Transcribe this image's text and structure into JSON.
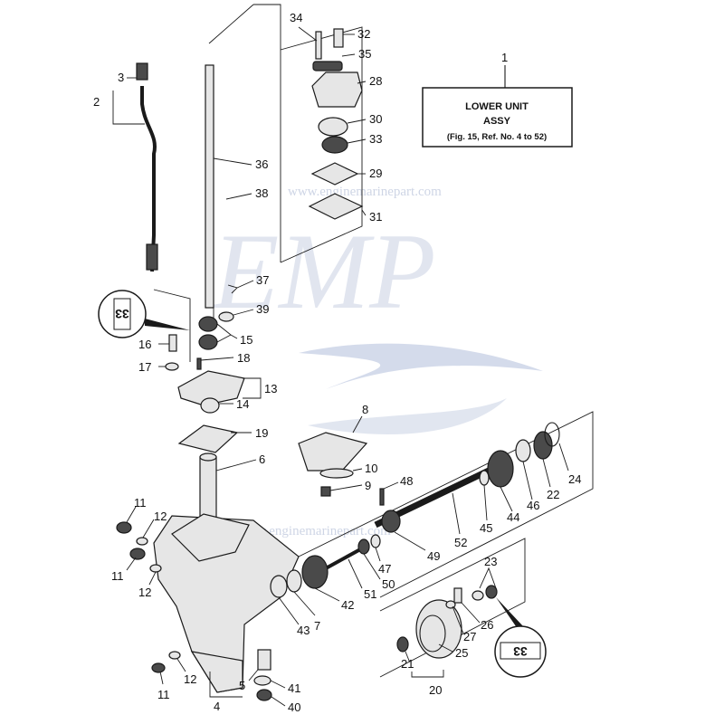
{
  "title_box": {
    "line1": "LOWER UNIT",
    "line2": "ASSY",
    "line3": "(Fig. 15, Ref. No. 4 to 52)"
  },
  "watermark": {
    "logo": "EMP",
    "url": "www.enginemarinepart.com"
  },
  "callouts": [
    {
      "id": "c1",
      "text": "1"
    },
    {
      "id": "c2",
      "text": "2"
    },
    {
      "id": "c3",
      "text": "3"
    },
    {
      "id": "c4",
      "text": "4"
    },
    {
      "id": "c5",
      "text": "5"
    },
    {
      "id": "c6",
      "text": "6"
    },
    {
      "id": "c7",
      "text": "7"
    },
    {
      "id": "c8",
      "text": "8"
    },
    {
      "id": "c9",
      "text": "9"
    },
    {
      "id": "c10",
      "text": "10"
    },
    {
      "id": "c11a",
      "text": "11"
    },
    {
      "id": "c11b",
      "text": "11"
    },
    {
      "id": "c11c",
      "text": "11"
    },
    {
      "id": "c12a",
      "text": "12"
    },
    {
      "id": "c12b",
      "text": "12"
    },
    {
      "id": "c12c",
      "text": "12"
    },
    {
      "id": "c13",
      "text": "13"
    },
    {
      "id": "c14",
      "text": "14"
    },
    {
      "id": "c15",
      "text": "15"
    },
    {
      "id": "c16",
      "text": "16"
    },
    {
      "id": "c17",
      "text": "17"
    },
    {
      "id": "c18",
      "text": "18"
    },
    {
      "id": "c19",
      "text": "19"
    },
    {
      "id": "c20",
      "text": "20"
    },
    {
      "id": "c21",
      "text": "21"
    },
    {
      "id": "c22",
      "text": "22"
    },
    {
      "id": "c23",
      "text": "23"
    },
    {
      "id": "c24",
      "text": "24"
    },
    {
      "id": "c25",
      "text": "25"
    },
    {
      "id": "c26",
      "text": "26"
    },
    {
      "id": "c27",
      "text": "27"
    },
    {
      "id": "c28",
      "text": "28"
    },
    {
      "id": "c29",
      "text": "29"
    },
    {
      "id": "c30",
      "text": "30"
    },
    {
      "id": "c31",
      "text": "31"
    },
    {
      "id": "c32",
      "text": "32"
    },
    {
      "id": "c33",
      "text": "33"
    },
    {
      "id": "c34",
      "text": "34"
    },
    {
      "id": "c35",
      "text": "35"
    },
    {
      "id": "c36",
      "text": "36"
    },
    {
      "id": "c37",
      "text": "37"
    },
    {
      "id": "c38",
      "text": "38"
    },
    {
      "id": "c39",
      "text": "39"
    },
    {
      "id": "c40",
      "text": "40"
    },
    {
      "id": "c41",
      "text": "41"
    },
    {
      "id": "c42",
      "text": "42"
    },
    {
      "id": "c43",
      "text": "43"
    },
    {
      "id": "c44",
      "text": "44"
    },
    {
      "id": "c45",
      "text": "45"
    },
    {
      "id": "c46",
      "text": "46"
    },
    {
      "id": "c47",
      "text": "47"
    },
    {
      "id": "c48",
      "text": "48"
    },
    {
      "id": "c49",
      "text": "49"
    },
    {
      "id": "c50",
      "text": "50"
    },
    {
      "id": "c51",
      "text": "51"
    },
    {
      "id": "c52",
      "text": "52"
    }
  ],
  "detail_badges": {
    "left": "33",
    "right": "33"
  },
  "colors": {
    "ink": "#1a1a1a",
    "watermark": "#c9d1e3",
    "watermark_swoosh": "#b7c3dd"
  }
}
